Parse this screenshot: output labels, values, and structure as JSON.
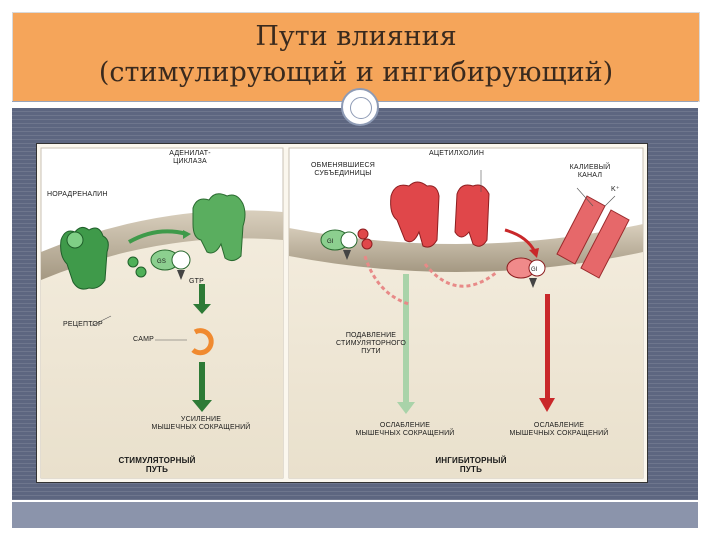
{
  "slide": {
    "title_line1": "Пути влияния",
    "title_line2": "(стимулирующий и ингибирующий)"
  },
  "figure": {
    "labels": {
      "adenylate_cyclase_1": "АДЕНИЛАТ-",
      "adenylate_cyclase_2": "ЦИКЛАЗА",
      "noradrenaline": "НОРАДРЕНАЛИН",
      "gtp": "GTP",
      "receptor": "РЕЦЕПТОР",
      "camp": "cAMP",
      "increase_1": "УСИЛЕНИЕ",
      "increase_2": "МЫШЕЧНЫХ СОКРАЩЕНИЙ",
      "stim_path_1": "СТИМУЛЯТОРНЫЙ",
      "stim_path_2": "ПУТЬ",
      "exchanged_1": "ОБМЕНЯВШИЕСЯ",
      "exchanged_2": "СУБЪЕДИНИЦЫ",
      "acetylcholine": "АЦЕТИЛХОЛИН",
      "k_channel_1": "КАЛИЕВЫЙ",
      "k_channel_2": "КАНАЛ",
      "k_ion": "K⁺",
      "suppression_1": "ПОДАВЛЕНИЕ",
      "suppression_2": "СТИМУЛЯТОРНОГО",
      "suppression_3": "ПУТИ",
      "weakening_a_1": "ОСЛАБЛЕНИЕ",
      "weakening_a_2": "МЫШЕЧНЫХ СОКРАЩЕНИЙ",
      "weakening_b_1": "ОСЛАБЛЕНИЕ",
      "weakening_b_2": "МЫШЕЧНЫХ СОКРАЩЕНИЙ",
      "inhib_path_1": "ИНГИБИТОРНЫЙ",
      "inhib_path_2": "ПУТЬ",
      "g_alpha_s": "Gs",
      "g_alpha_i_1": "Gi",
      "g_alpha_i_2": "Gi"
    },
    "colors": {
      "stimulatory": "#3f9a4a",
      "inhibitory": "#e0474a",
      "camp_arc": "#f08a30",
      "membrane": "#b8ac98"
    }
  }
}
